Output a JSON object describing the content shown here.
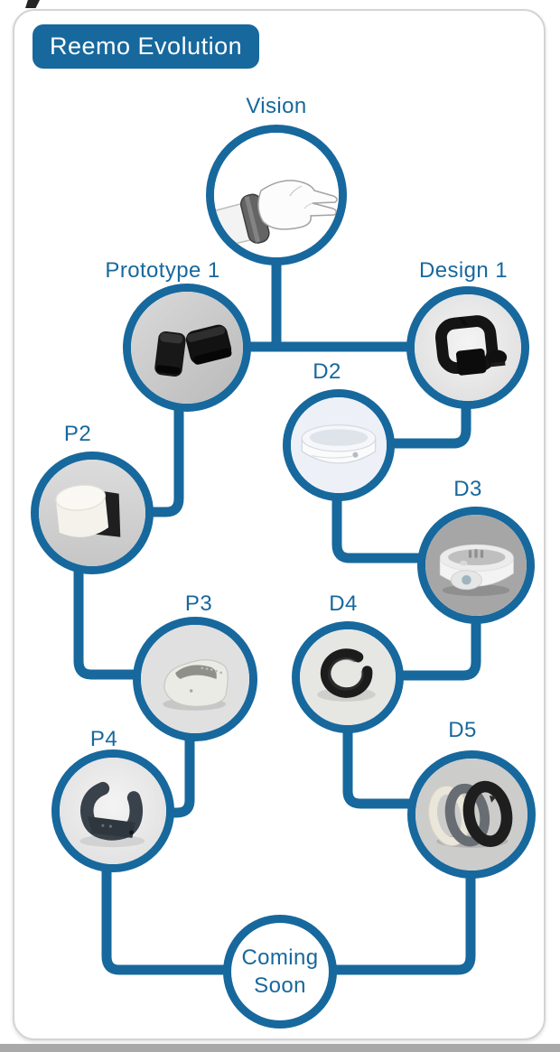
{
  "title": "Reemo Evolution",
  "theme": {
    "accent": "#17689D",
    "card_bg": "#FFFFFF",
    "line_color": "#17689D",
    "footer_strip": "#A9A9A9"
  },
  "nodes": [
    {
      "id": "vision",
      "label": "Vision",
      "image": "hand-with-wristband-sketch"
    },
    {
      "id": "prototype-1",
      "label": "Prototype 1",
      "image": "two-black-plastic-modules"
    },
    {
      "id": "design-1",
      "label": "Design 1",
      "image": "black-chunky-wristband-render"
    },
    {
      "id": "d2",
      "label": "D2",
      "image": "white-smooth-wristband-render"
    },
    {
      "id": "p2",
      "label": "P2",
      "image": "white-and-black-puck-prototype"
    },
    {
      "id": "d3",
      "label": "D3",
      "image": "white-wristband-with-plate-render"
    },
    {
      "id": "p3",
      "label": "P3",
      "image": "silver-triangular-ring-prototype"
    },
    {
      "id": "d4",
      "label": "D4",
      "image": "black-open-ring-render"
    },
    {
      "id": "p4",
      "label": "P4",
      "image": "dark-gray-open-ring-prototype"
    },
    {
      "id": "d5",
      "label": "D5",
      "image": "three-rings-white-gray-black"
    },
    {
      "id": "coming-soon",
      "label": "Coming Soon",
      "line1": "Coming",
      "line2": "Soon"
    }
  ],
  "connections": [
    {
      "from": "vision",
      "to": "prototype-1"
    },
    {
      "from": "vision",
      "to": "design-1"
    },
    {
      "from": "prototype-1",
      "to": "p2"
    },
    {
      "from": "design-1",
      "to": "d2"
    },
    {
      "from": "d2",
      "to": "d3"
    },
    {
      "from": "p2",
      "to": "p3"
    },
    {
      "from": "d3",
      "to": "d4"
    },
    {
      "from": "p3",
      "to": "p4"
    },
    {
      "from": "d4",
      "to": "d5"
    },
    {
      "from": "p4",
      "to": "coming-soon"
    },
    {
      "from": "d5",
      "to": "coming-soon"
    }
  ]
}
